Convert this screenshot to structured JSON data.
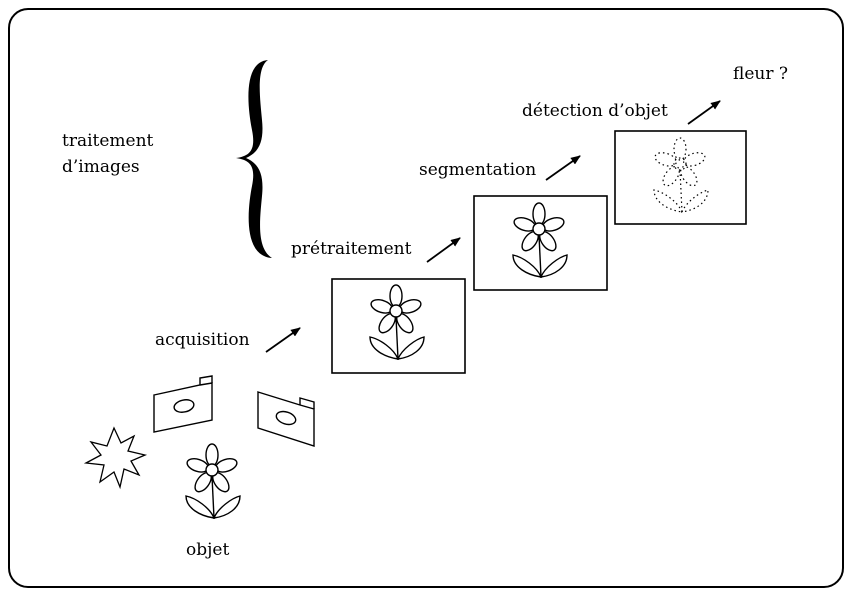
{
  "diagram": {
    "labels": {
      "image_processing_line1": "traitement",
      "image_processing_line2": "d’images",
      "acquisition": "acquisition",
      "preprocessing": "prétraitement",
      "segmentation": "segmentation",
      "object_detection": "détection d’objet",
      "question": "fleur ?",
      "object": "objet"
    }
  }
}
